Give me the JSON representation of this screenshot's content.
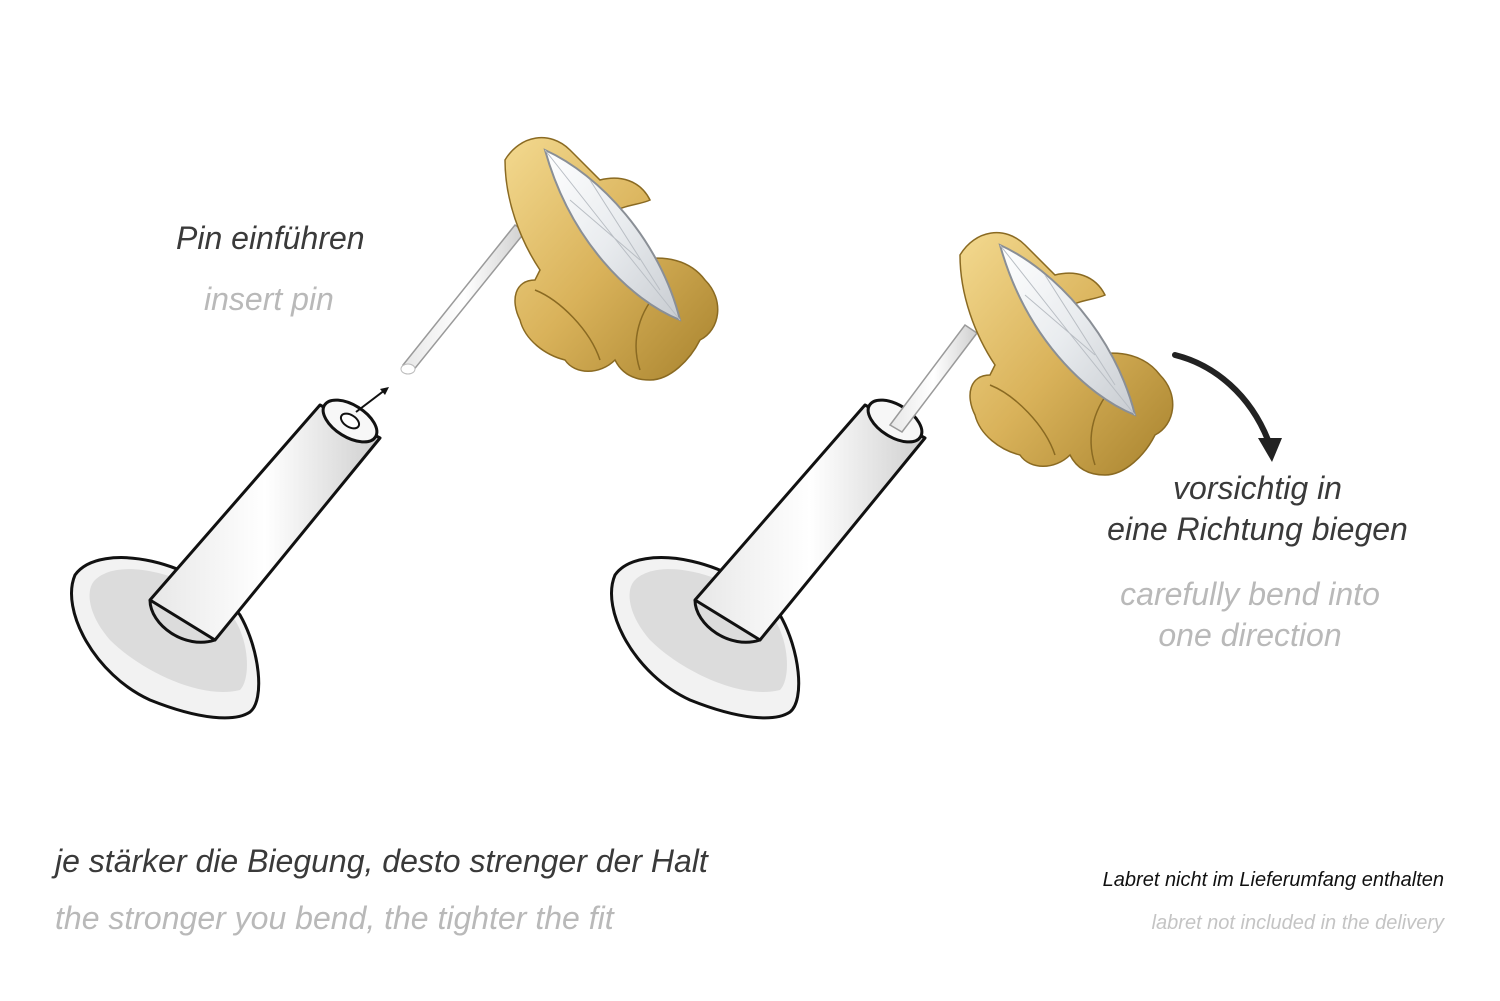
{
  "step1": {
    "label_de": "Pin einführen",
    "label_en": "insert pin"
  },
  "step2": {
    "label_de_line1": "vorsichtig in",
    "label_de_line2": "eine Richtung biegen",
    "label_en_line1": "carefully bend into",
    "label_en_line2": "one direction"
  },
  "footer": {
    "tip_de": "je stärker die Biegung, desto strenger der Halt",
    "tip_en": "the stronger you bend, the tighter the fit",
    "note_de": "Labret nicht im Lieferumfang enthalten",
    "note_en": "labret not included in the delivery"
  },
  "colors": {
    "gold": "#d9b25a",
    "gold_dark": "#a8832e",
    "steel": "#dedede",
    "outline": "#111111",
    "text_primary": "#3a3a3a",
    "text_secondary": "#b9b9b9"
  }
}
